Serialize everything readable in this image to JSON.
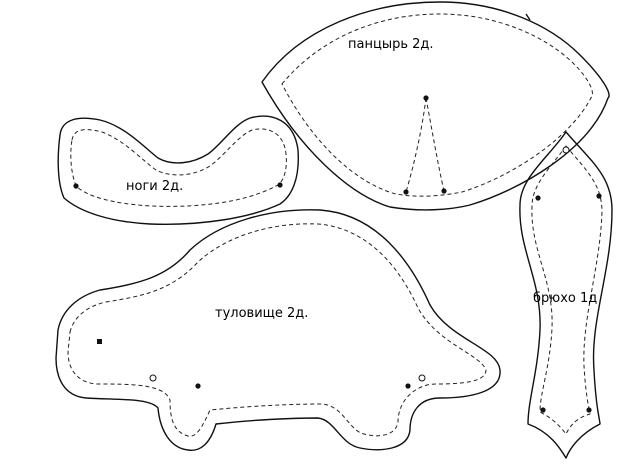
{
  "pieces": {
    "shell": {
      "label": "панцырь 2д."
    },
    "legs": {
      "label": "ноги 2д."
    },
    "body": {
      "label": "туловище 2д."
    },
    "belly": {
      "label": "брюхо 1д"
    }
  },
  "colors": {
    "line": "#111111",
    "background": "#ffffff"
  }
}
